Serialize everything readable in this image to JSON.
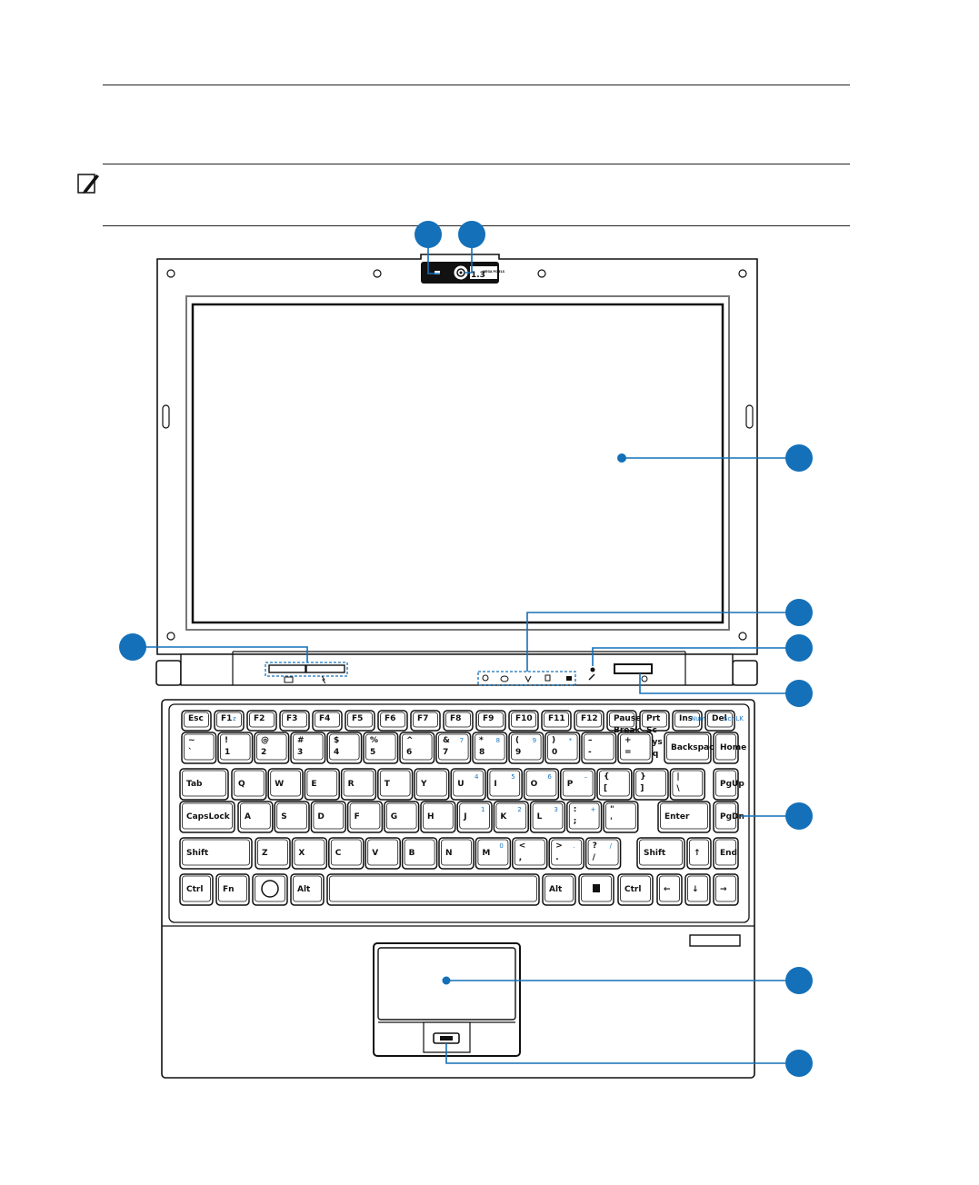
{
  "webcam": {
    "resolution_label": "1.3",
    "megapixel_label": "MEGA PIXELS"
  },
  "colors": {
    "callout": "#1470b8",
    "line": "#111111"
  },
  "keyboard": {
    "rows": [
      [
        [
          "Esc",
          ""
        ],
        [
          "F1",
          "z"
        ],
        [
          "F2",
          ""
        ],
        [
          "F3",
          ""
        ],
        [
          "F4",
          ""
        ],
        [
          "F5",
          ""
        ],
        [
          "F6",
          ""
        ],
        [
          "F7",
          ""
        ],
        [
          "F8",
          ""
        ],
        [
          "F9",
          ""
        ],
        [
          "F10",
          ""
        ],
        [
          "F11",
          ""
        ],
        [
          "F12",
          ""
        ],
        [
          "Pause Break",
          ""
        ],
        [
          "Prt Sc Sys Rq",
          ""
        ],
        [
          "Ins",
          "Num LK"
        ],
        [
          "Del",
          "Scr LK"
        ]
      ],
      [
        [
          "~ `",
          ""
        ],
        [
          "! 1",
          ""
        ],
        [
          "@ 2",
          ""
        ],
        [
          "# 3",
          ""
        ],
        [
          "$ 4",
          ""
        ],
        [
          "% 5",
          ""
        ],
        [
          "^ 6",
          ""
        ],
        [
          "& 7",
          "7"
        ],
        [
          "* 8",
          "8"
        ],
        [
          "( 9",
          "9"
        ],
        [
          ") 0",
          "*"
        ],
        [
          "– -",
          ""
        ],
        [
          "+ =",
          ""
        ],
        [
          "Backspace",
          ""
        ],
        [
          "Home",
          ""
        ]
      ],
      [
        [
          "Tab",
          ""
        ],
        [
          "Q",
          ""
        ],
        [
          "W",
          ""
        ],
        [
          "E",
          ""
        ],
        [
          "R",
          ""
        ],
        [
          "T",
          ""
        ],
        [
          "Y",
          ""
        ],
        [
          "U",
          "4"
        ],
        [
          "I",
          "5"
        ],
        [
          "O",
          "6"
        ],
        [
          "P",
          "–"
        ],
        [
          "{ [",
          ""
        ],
        [
          "} ]",
          ""
        ],
        [
          "| \\",
          ""
        ],
        [
          "PgUp",
          ""
        ]
      ],
      [
        [
          "CapsLock",
          ""
        ],
        [
          "A",
          ""
        ],
        [
          "S",
          ""
        ],
        [
          "D",
          ""
        ],
        [
          "F",
          ""
        ],
        [
          "G",
          ""
        ],
        [
          "H",
          ""
        ],
        [
          "J",
          "1"
        ],
        [
          "K",
          "2"
        ],
        [
          "L",
          "3"
        ],
        [
          ": ;",
          "+"
        ],
        [
          "\" '",
          ""
        ],
        [
          "Enter",
          ""
        ],
        [
          "PgDn",
          ""
        ]
      ],
      [
        [
          "Shift",
          ""
        ],
        [
          "Z",
          ""
        ],
        [
          "X",
          ""
        ],
        [
          "C",
          ""
        ],
        [
          "V",
          ""
        ],
        [
          "B",
          ""
        ],
        [
          "N",
          ""
        ],
        [
          "M",
          "0"
        ],
        [
          "< ,",
          ""
        ],
        [
          "> .",
          "."
        ],
        [
          "? /",
          "/"
        ],
        [
          "Shift",
          ""
        ],
        [
          "↑",
          ""
        ],
        [
          "End",
          ""
        ]
      ],
      [
        [
          "Ctrl",
          ""
        ],
        [
          "Fn",
          ""
        ],
        [
          "",
          ""
        ],
        [
          "Alt",
          ""
        ],
        [
          "",
          ""
        ],
        [
          "Alt",
          ""
        ],
        [
          "",
          ""
        ],
        [
          "Ctrl",
          ""
        ],
        [
          "←",
          ""
        ],
        [
          "↓",
          ""
        ],
        [
          "→",
          ""
        ]
      ]
    ]
  }
}
